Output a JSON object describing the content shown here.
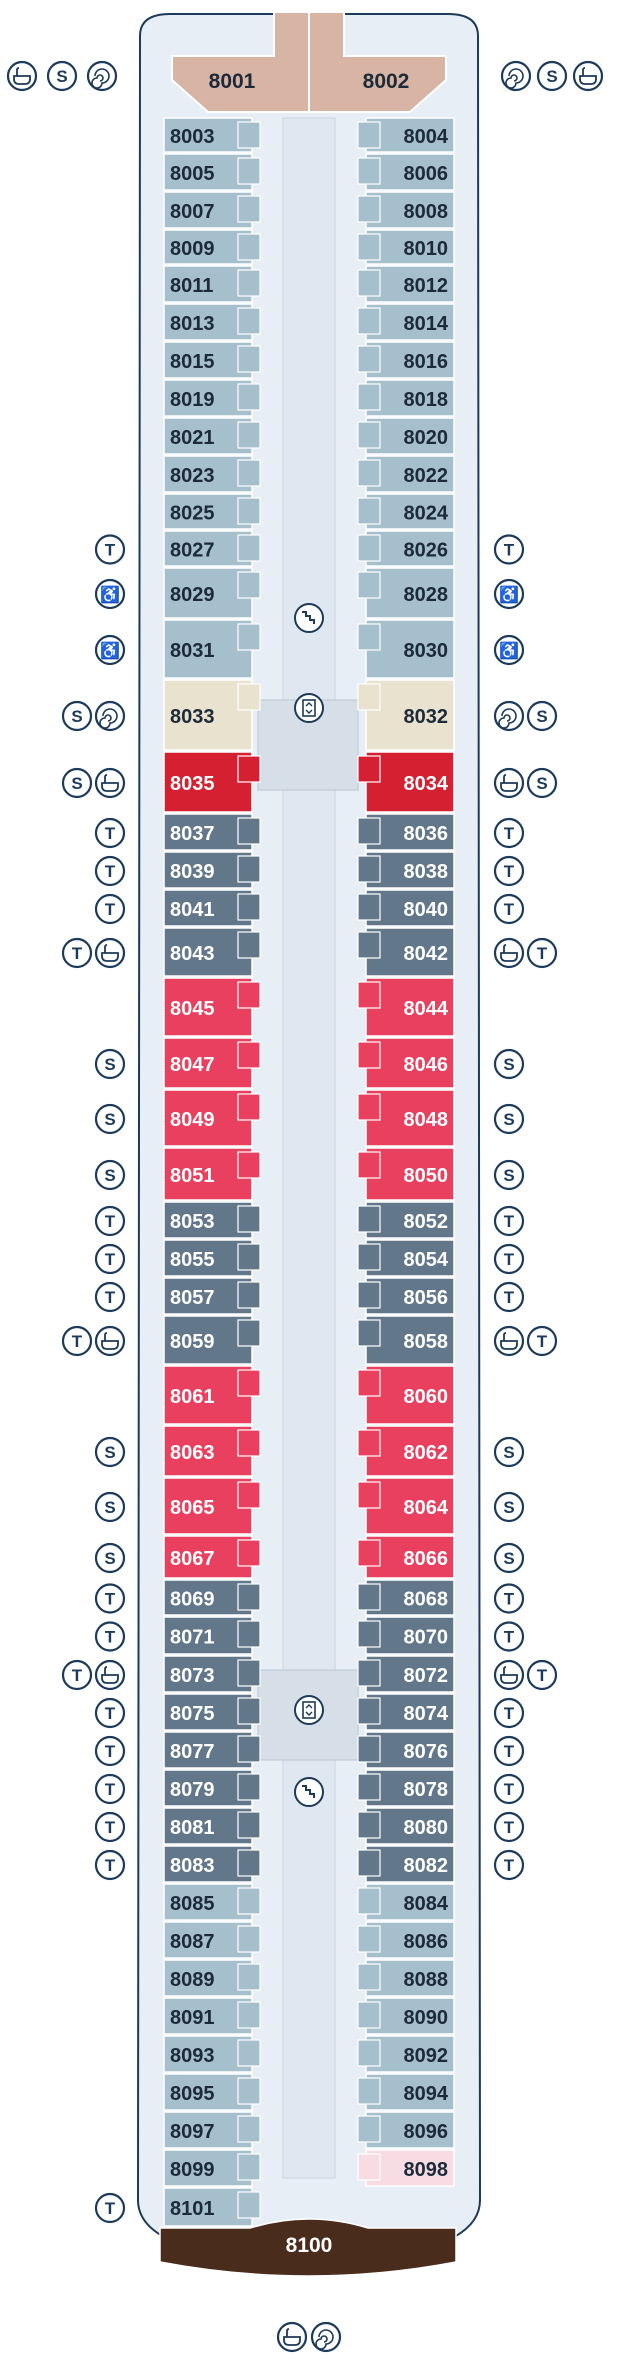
{
  "deck": {
    "colors": {
      "hull": "#e8eef5",
      "hull_border": "#1c3a5a",
      "corridor": "#dfe7f0",
      "owners": "#d8b4a4",
      "light_blue": "#a6bfcc",
      "slate": "#62778a",
      "tan": "#e9e2cf",
      "dark_red": "#d42030",
      "coral": "#e8405e",
      "pink": "#f7dde3",
      "brown": "#4a2c1c",
      "icon": "#1c3a5a"
    },
    "bow_suites": [
      {
        "num": "8001",
        "side": "port"
      },
      {
        "num": "8002",
        "side": "starboard"
      }
    ],
    "aft_suite": {
      "num": "8100"
    },
    "port_cabins": [
      {
        "num": "8003",
        "c": "light_blue"
      },
      {
        "num": "8005",
        "c": "light_blue"
      },
      {
        "num": "8007",
        "c": "light_blue"
      },
      {
        "num": "8009",
        "c": "light_blue"
      },
      {
        "num": "8011",
        "c": "light_blue"
      },
      {
        "num": "8013",
        "c": "light_blue"
      },
      {
        "num": "8015",
        "c": "light_blue"
      },
      {
        "num": "8019",
        "c": "light_blue"
      },
      {
        "num": "8021",
        "c": "light_blue"
      },
      {
        "num": "8023",
        "c": "light_blue"
      },
      {
        "num": "8025",
        "c": "light_blue"
      },
      {
        "num": "8027",
        "c": "light_blue"
      },
      {
        "num": "8029",
        "c": "light_blue"
      },
      {
        "num": "8031",
        "c": "light_blue"
      },
      {
        "num": "8033",
        "c": "tan"
      },
      {
        "num": "8035",
        "c": "dark_red"
      },
      {
        "num": "8037",
        "c": "slate"
      },
      {
        "num": "8039",
        "c": "slate"
      },
      {
        "num": "8041",
        "c": "slate"
      },
      {
        "num": "8043",
        "c": "slate"
      },
      {
        "num": "8045",
        "c": "coral"
      },
      {
        "num": "8047",
        "c": "coral"
      },
      {
        "num": "8049",
        "c": "coral"
      },
      {
        "num": "8051",
        "c": "coral"
      },
      {
        "num": "8053",
        "c": "slate"
      },
      {
        "num": "8055",
        "c": "slate"
      },
      {
        "num": "8057",
        "c": "slate"
      },
      {
        "num": "8059",
        "c": "slate"
      },
      {
        "num": "8061",
        "c": "coral"
      },
      {
        "num": "8063",
        "c": "coral"
      },
      {
        "num": "8065",
        "c": "coral"
      },
      {
        "num": "8067",
        "c": "coral"
      },
      {
        "num": "8069",
        "c": "slate"
      },
      {
        "num": "8071",
        "c": "slate"
      },
      {
        "num": "8073",
        "c": "slate"
      },
      {
        "num": "8075",
        "c": "slate"
      },
      {
        "num": "8077",
        "c": "slate"
      },
      {
        "num": "8079",
        "c": "slate"
      },
      {
        "num": "8081",
        "c": "slate"
      },
      {
        "num": "8083",
        "c": "slate"
      },
      {
        "num": "8085",
        "c": "light_blue"
      },
      {
        "num": "8087",
        "c": "light_blue"
      },
      {
        "num": "8089",
        "c": "light_blue"
      },
      {
        "num": "8091",
        "c": "light_blue"
      },
      {
        "num": "8093",
        "c": "light_blue"
      },
      {
        "num": "8095",
        "c": "light_blue"
      },
      {
        "num": "8097",
        "c": "light_blue"
      },
      {
        "num": "8099",
        "c": "light_blue"
      },
      {
        "num": "8101",
        "c": "light_blue"
      }
    ],
    "starboard_cabins": [
      {
        "num": "8004",
        "c": "light_blue"
      },
      {
        "num": "8006",
        "c": "light_blue"
      },
      {
        "num": "8008",
        "c": "light_blue"
      },
      {
        "num": "8010",
        "c": "light_blue"
      },
      {
        "num": "8012",
        "c": "light_blue"
      },
      {
        "num": "8014",
        "c": "light_blue"
      },
      {
        "num": "8016",
        "c": "light_blue"
      },
      {
        "num": "8018",
        "c": "light_blue"
      },
      {
        "num": "8020",
        "c": "light_blue"
      },
      {
        "num": "8022",
        "c": "light_blue"
      },
      {
        "num": "8024",
        "c": "light_blue"
      },
      {
        "num": "8026",
        "c": "light_blue"
      },
      {
        "num": "8028",
        "c": "light_blue"
      },
      {
        "num": "8030",
        "c": "light_blue"
      },
      {
        "num": "8032",
        "c": "tan"
      },
      {
        "num": "8034",
        "c": "dark_red"
      },
      {
        "num": "8036",
        "c": "slate"
      },
      {
        "num": "8038",
        "c": "slate"
      },
      {
        "num": "8040",
        "c": "slate"
      },
      {
        "num": "8042",
        "c": "slate"
      },
      {
        "num": "8044",
        "c": "coral"
      },
      {
        "num": "8046",
        "c": "coral"
      },
      {
        "num": "8048",
        "c": "coral"
      },
      {
        "num": "8050",
        "c": "coral"
      },
      {
        "num": "8052",
        "c": "slate"
      },
      {
        "num": "8054",
        "c": "slate"
      },
      {
        "num": "8056",
        "c": "slate"
      },
      {
        "num": "8058",
        "c": "slate"
      },
      {
        "num": "8060",
        "c": "coral"
      },
      {
        "num": "8062",
        "c": "coral"
      },
      {
        "num": "8064",
        "c": "coral"
      },
      {
        "num": "8066",
        "c": "coral"
      },
      {
        "num": "8068",
        "c": "slate"
      },
      {
        "num": "8070",
        "c": "slate"
      },
      {
        "num": "8072",
        "c": "slate"
      },
      {
        "num": "8074",
        "c": "slate"
      },
      {
        "num": "8076",
        "c": "slate"
      },
      {
        "num": "8078",
        "c": "slate"
      },
      {
        "num": "8080",
        "c": "slate"
      },
      {
        "num": "8082",
        "c": "slate"
      },
      {
        "num": "8084",
        "c": "light_blue"
      },
      {
        "num": "8086",
        "c": "light_blue"
      },
      {
        "num": "8088",
        "c": "light_blue"
      },
      {
        "num": "8090",
        "c": "light_blue"
      },
      {
        "num": "8092",
        "c": "light_blue"
      },
      {
        "num": "8094",
        "c": "light_blue"
      },
      {
        "num": "8096",
        "c": "light_blue"
      },
      {
        "num": "8098",
        "c": "pink"
      }
    ],
    "amenity_icons": [
      {
        "near": "8001",
        "icons": [
          "bathtub-icon",
          "sofa-bed-icon",
          "whirlpool-icon"
        ]
      },
      {
        "near": "8002",
        "icons": [
          "whirlpool-icon",
          "sofa-bed-icon",
          "bathtub-icon"
        ]
      },
      {
        "near": "8027",
        "icons": [
          "third-berth-icon"
        ]
      },
      {
        "near": "8026",
        "icons": [
          "third-berth-icon"
        ]
      },
      {
        "near": "8029",
        "icons": [
          "wheelchair-icon"
        ]
      },
      {
        "near": "8028",
        "icons": [
          "wheelchair-icon"
        ]
      },
      {
        "near": "8031",
        "icons": [
          "wheelchair-icon"
        ]
      },
      {
        "near": "8030",
        "icons": [
          "wheelchair-icon"
        ]
      },
      {
        "near": "8033",
        "icons": [
          "sofa-bed-icon",
          "whirlpool-icon"
        ]
      },
      {
        "near": "8032",
        "icons": [
          "whirlpool-icon",
          "sofa-bed-icon"
        ]
      },
      {
        "near": "8035",
        "icons": [
          "sofa-bed-icon",
          "bathtub-icon"
        ]
      },
      {
        "near": "8034",
        "icons": [
          "bathtub-icon",
          "sofa-bed-icon"
        ]
      },
      {
        "near": "8037",
        "icons": [
          "third-berth-icon"
        ]
      },
      {
        "near": "8036",
        "icons": [
          "third-berth-icon"
        ]
      },
      {
        "near": "8039",
        "icons": [
          "third-berth-icon"
        ]
      },
      {
        "near": "8038",
        "icons": [
          "third-berth-icon"
        ]
      },
      {
        "near": "8041",
        "icons": [
          "third-berth-icon"
        ]
      },
      {
        "near": "8040",
        "icons": [
          "third-berth-icon"
        ]
      },
      {
        "near": "8043",
        "icons": [
          "third-berth-icon",
          "bathtub-icon"
        ]
      },
      {
        "near": "8042",
        "icons": [
          "bathtub-icon",
          "third-berth-icon"
        ]
      },
      {
        "near": "8047",
        "icons": [
          "sofa-bed-icon"
        ]
      },
      {
        "near": "8046",
        "icons": [
          "sofa-bed-icon"
        ]
      },
      {
        "near": "8049",
        "icons": [
          "sofa-bed-icon"
        ]
      },
      {
        "near": "8048",
        "icons": [
          "sofa-bed-icon"
        ]
      },
      {
        "near": "8051",
        "icons": [
          "sofa-bed-icon"
        ]
      },
      {
        "near": "8050",
        "icons": [
          "sofa-bed-icon"
        ]
      },
      {
        "near": "8053",
        "icons": [
          "third-berth-icon"
        ]
      },
      {
        "near": "8052",
        "icons": [
          "third-berth-icon"
        ]
      },
      {
        "near": "8055",
        "icons": [
          "third-berth-icon"
        ]
      },
      {
        "near": "8054",
        "icons": [
          "third-berth-icon"
        ]
      },
      {
        "near": "8057",
        "icons": [
          "third-berth-icon"
        ]
      },
      {
        "near": "8056",
        "icons": [
          "third-berth-icon"
        ]
      },
      {
        "near": "8059",
        "icons": [
          "third-berth-icon",
          "bathtub-icon"
        ]
      },
      {
        "near": "8058",
        "icons": [
          "bathtub-icon",
          "third-berth-icon"
        ]
      },
      {
        "near": "8063",
        "icons": [
          "sofa-bed-icon"
        ]
      },
      {
        "near": "8062",
        "icons": [
          "sofa-bed-icon"
        ]
      },
      {
        "near": "8065",
        "icons": [
          "sofa-bed-icon"
        ]
      },
      {
        "near": "8064",
        "icons": [
          "sofa-bed-icon"
        ]
      },
      {
        "near": "8067",
        "icons": [
          "sofa-bed-icon"
        ]
      },
      {
        "near": "8066",
        "icons": [
          "sofa-bed-icon"
        ]
      },
      {
        "near": "8069",
        "icons": [
          "third-berth-icon"
        ]
      },
      {
        "near": "8068",
        "icons": [
          "third-berth-icon"
        ]
      },
      {
        "near": "8071",
        "icons": [
          "third-berth-icon"
        ]
      },
      {
        "near": "8070",
        "icons": [
          "third-berth-icon"
        ]
      },
      {
        "near": "8073",
        "icons": [
          "third-berth-icon",
          "bathtub-icon"
        ]
      },
      {
        "near": "8072",
        "icons": [
          "bathtub-icon",
          "third-berth-icon"
        ]
      },
      {
        "near": "8075",
        "icons": [
          "third-berth-icon"
        ]
      },
      {
        "near": "8074",
        "icons": [
          "third-berth-icon"
        ]
      },
      {
        "near": "8077",
        "icons": [
          "third-berth-icon"
        ]
      },
      {
        "near": "8076",
        "icons": [
          "third-berth-icon"
        ]
      },
      {
        "near": "8079",
        "icons": [
          "third-berth-icon"
        ]
      },
      {
        "near": "8078",
        "icons": [
          "third-berth-icon"
        ]
      },
      {
        "near": "8081",
        "icons": [
          "third-berth-icon"
        ]
      },
      {
        "near": "8080",
        "icons": [
          "third-berth-icon"
        ]
      },
      {
        "near": "8083",
        "icons": [
          "third-berth-icon"
        ]
      },
      {
        "near": "8082",
        "icons": [
          "third-berth-icon"
        ]
      },
      {
        "near": "8101",
        "icons": [
          "third-berth-icon"
        ]
      },
      {
        "near": "8100",
        "icons": [
          "bathtub-icon",
          "whirlpool-icon"
        ]
      }
    ],
    "icon_glyphs": {
      "third-berth-icon": "T",
      "sofa-bed-icon": "S",
      "wheelchair-icon": "♿"
    }
  }
}
